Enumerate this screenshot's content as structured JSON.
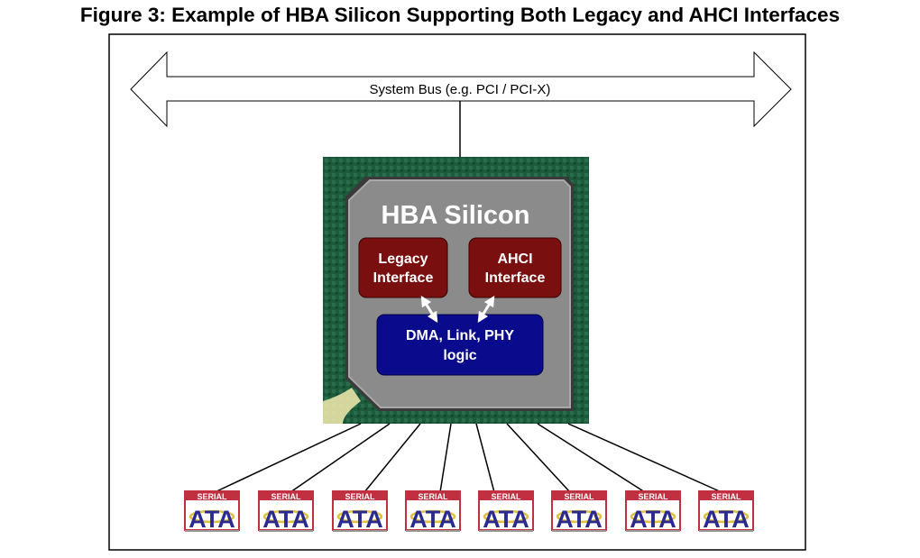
{
  "figure_title": "Figure 3: Example of HBA Silicon Supporting Both Legacy and AHCI Interfaces",
  "system_bus": "System Bus (e.g. PCI / PCI-X)",
  "chip": {
    "title": "HBA Silicon",
    "legacy": [
      "Legacy",
      "Interface"
    ],
    "ahci": [
      "AHCI",
      "Interface"
    ],
    "dma": [
      "DMA, Link, PHY",
      "logic"
    ]
  },
  "sata_logo": {
    "top": "SERIAL",
    "main": "ATA"
  },
  "colors": {
    "chip_bg": "#1f5a3e",
    "chip_die": "#8a8a8a",
    "interface": "#7a0f0f",
    "dma": "#0a0a8c"
  }
}
